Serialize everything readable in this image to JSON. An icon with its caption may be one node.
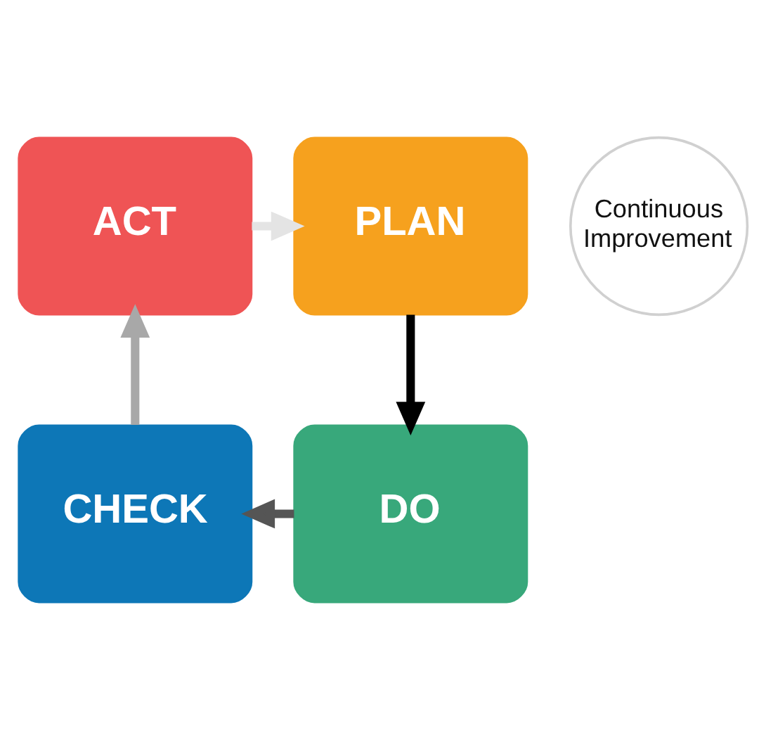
{
  "diagram": {
    "nodes": [
      {
        "text": [
          "ACT"
        ]
      },
      {
        "text": [
          "PLAN"
        ]
      },
      {
        "text": [
          "Continuous Improvement"
        ]
      },
      {
        "text": [
          "CHECK"
        ]
      },
      {
        "text": [
          "DO"
        ]
      }
    ],
    "edges": [
      {
        "from": 0,
        "to": 1,
        "arrow": "to",
        "color": "#e4e4e4"
      },
      {
        "from": 1,
        "to": 4,
        "arrow": "to",
        "color": "#000000"
      },
      {
        "from": 4,
        "to": 3,
        "arrow": "to",
        "color": "#555555"
      },
      {
        "from": 3,
        "to": 0,
        "arrow": "to",
        "color": "#a8a8a8"
      }
    ]
  }
}
